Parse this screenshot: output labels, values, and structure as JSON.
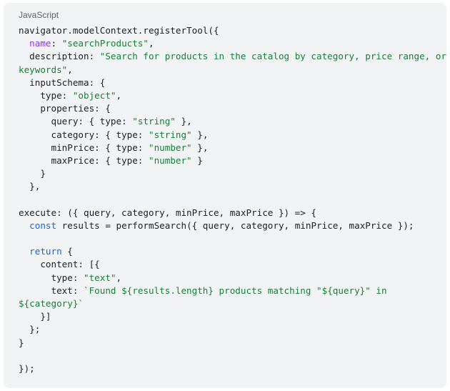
{
  "language_label": "JavaScript",
  "colors": {
    "plain": "#202124",
    "string": "#188038",
    "keyword": "#1967d2",
    "property": "#9334e6",
    "card_background": "#f1f3f4",
    "label": "#5f6368"
  },
  "code_lines": [
    [
      {
        "t": "navigator.modelContext.registerTool({",
        "k": "plain"
      }
    ],
    [
      {
        "t": "  ",
        "k": "plain"
      },
      {
        "t": "name",
        "k": "property"
      },
      {
        "t": ": ",
        "k": "plain"
      },
      {
        "t": "\"searchProducts\"",
        "k": "string"
      },
      {
        "t": ",",
        "k": "plain"
      }
    ],
    [
      {
        "t": "  description: ",
        "k": "plain"
      },
      {
        "t": "\"Search for products in the catalog by category, price range, or",
        "k": "string"
      }
    ],
    [
      {
        "t": "keywords\"",
        "k": "string"
      },
      {
        "t": ",",
        "k": "plain"
      }
    ],
    [
      {
        "t": "  inputSchema: {",
        "k": "plain"
      }
    ],
    [
      {
        "t": "    type: ",
        "k": "plain"
      },
      {
        "t": "\"object\"",
        "k": "string"
      },
      {
        "t": ",",
        "k": "plain"
      }
    ],
    [
      {
        "t": "    properties: {",
        "k": "plain"
      }
    ],
    [
      {
        "t": "      query: { type: ",
        "k": "plain"
      },
      {
        "t": "\"string\"",
        "k": "string"
      },
      {
        "t": " },",
        "k": "plain"
      }
    ],
    [
      {
        "t": "      category: { type: ",
        "k": "plain"
      },
      {
        "t": "\"string\"",
        "k": "string"
      },
      {
        "t": " },",
        "k": "plain"
      }
    ],
    [
      {
        "t": "      minPrice: { type: ",
        "k": "plain"
      },
      {
        "t": "\"number\"",
        "k": "string"
      },
      {
        "t": " },",
        "k": "plain"
      }
    ],
    [
      {
        "t": "      maxPrice: { type: ",
        "k": "plain"
      },
      {
        "t": "\"number\"",
        "k": "string"
      },
      {
        "t": " }",
        "k": "plain"
      }
    ],
    [
      {
        "t": "    }",
        "k": "plain"
      }
    ],
    [
      {
        "t": "  },",
        "k": "plain"
      }
    ],
    [
      {
        "t": "",
        "k": "plain"
      }
    ],
    [
      {
        "t": "execute: ({ query, category, minPrice, maxPrice }) => {",
        "k": "plain"
      }
    ],
    [
      {
        "t": "  ",
        "k": "plain"
      },
      {
        "t": "const",
        "k": "keyword"
      },
      {
        "t": " results = performSearch({ query, category, minPrice, maxPrice });",
        "k": "plain"
      }
    ],
    [
      {
        "t": "",
        "k": "plain"
      }
    ],
    [
      {
        "t": "  ",
        "k": "plain"
      },
      {
        "t": "return",
        "k": "keyword"
      },
      {
        "t": " {",
        "k": "plain"
      }
    ],
    [
      {
        "t": "    content: [{",
        "k": "plain"
      }
    ],
    [
      {
        "t": "      type: ",
        "k": "plain"
      },
      {
        "t": "\"text\"",
        "k": "string"
      },
      {
        "t": ",",
        "k": "plain"
      }
    ],
    [
      {
        "t": "      text: ",
        "k": "plain"
      },
      {
        "t": "`Found ${results.length} products matching \"${query}\" in",
        "k": "string"
      }
    ],
    [
      {
        "t": "${category}`",
        "k": "string"
      }
    ],
    [
      {
        "t": "    }]",
        "k": "plain"
      }
    ],
    [
      {
        "t": "  };",
        "k": "plain"
      }
    ],
    [
      {
        "t": "}",
        "k": "plain"
      }
    ],
    [
      {
        "t": "",
        "k": "plain"
      }
    ],
    [
      {
        "t": "});",
        "k": "plain"
      }
    ]
  ]
}
